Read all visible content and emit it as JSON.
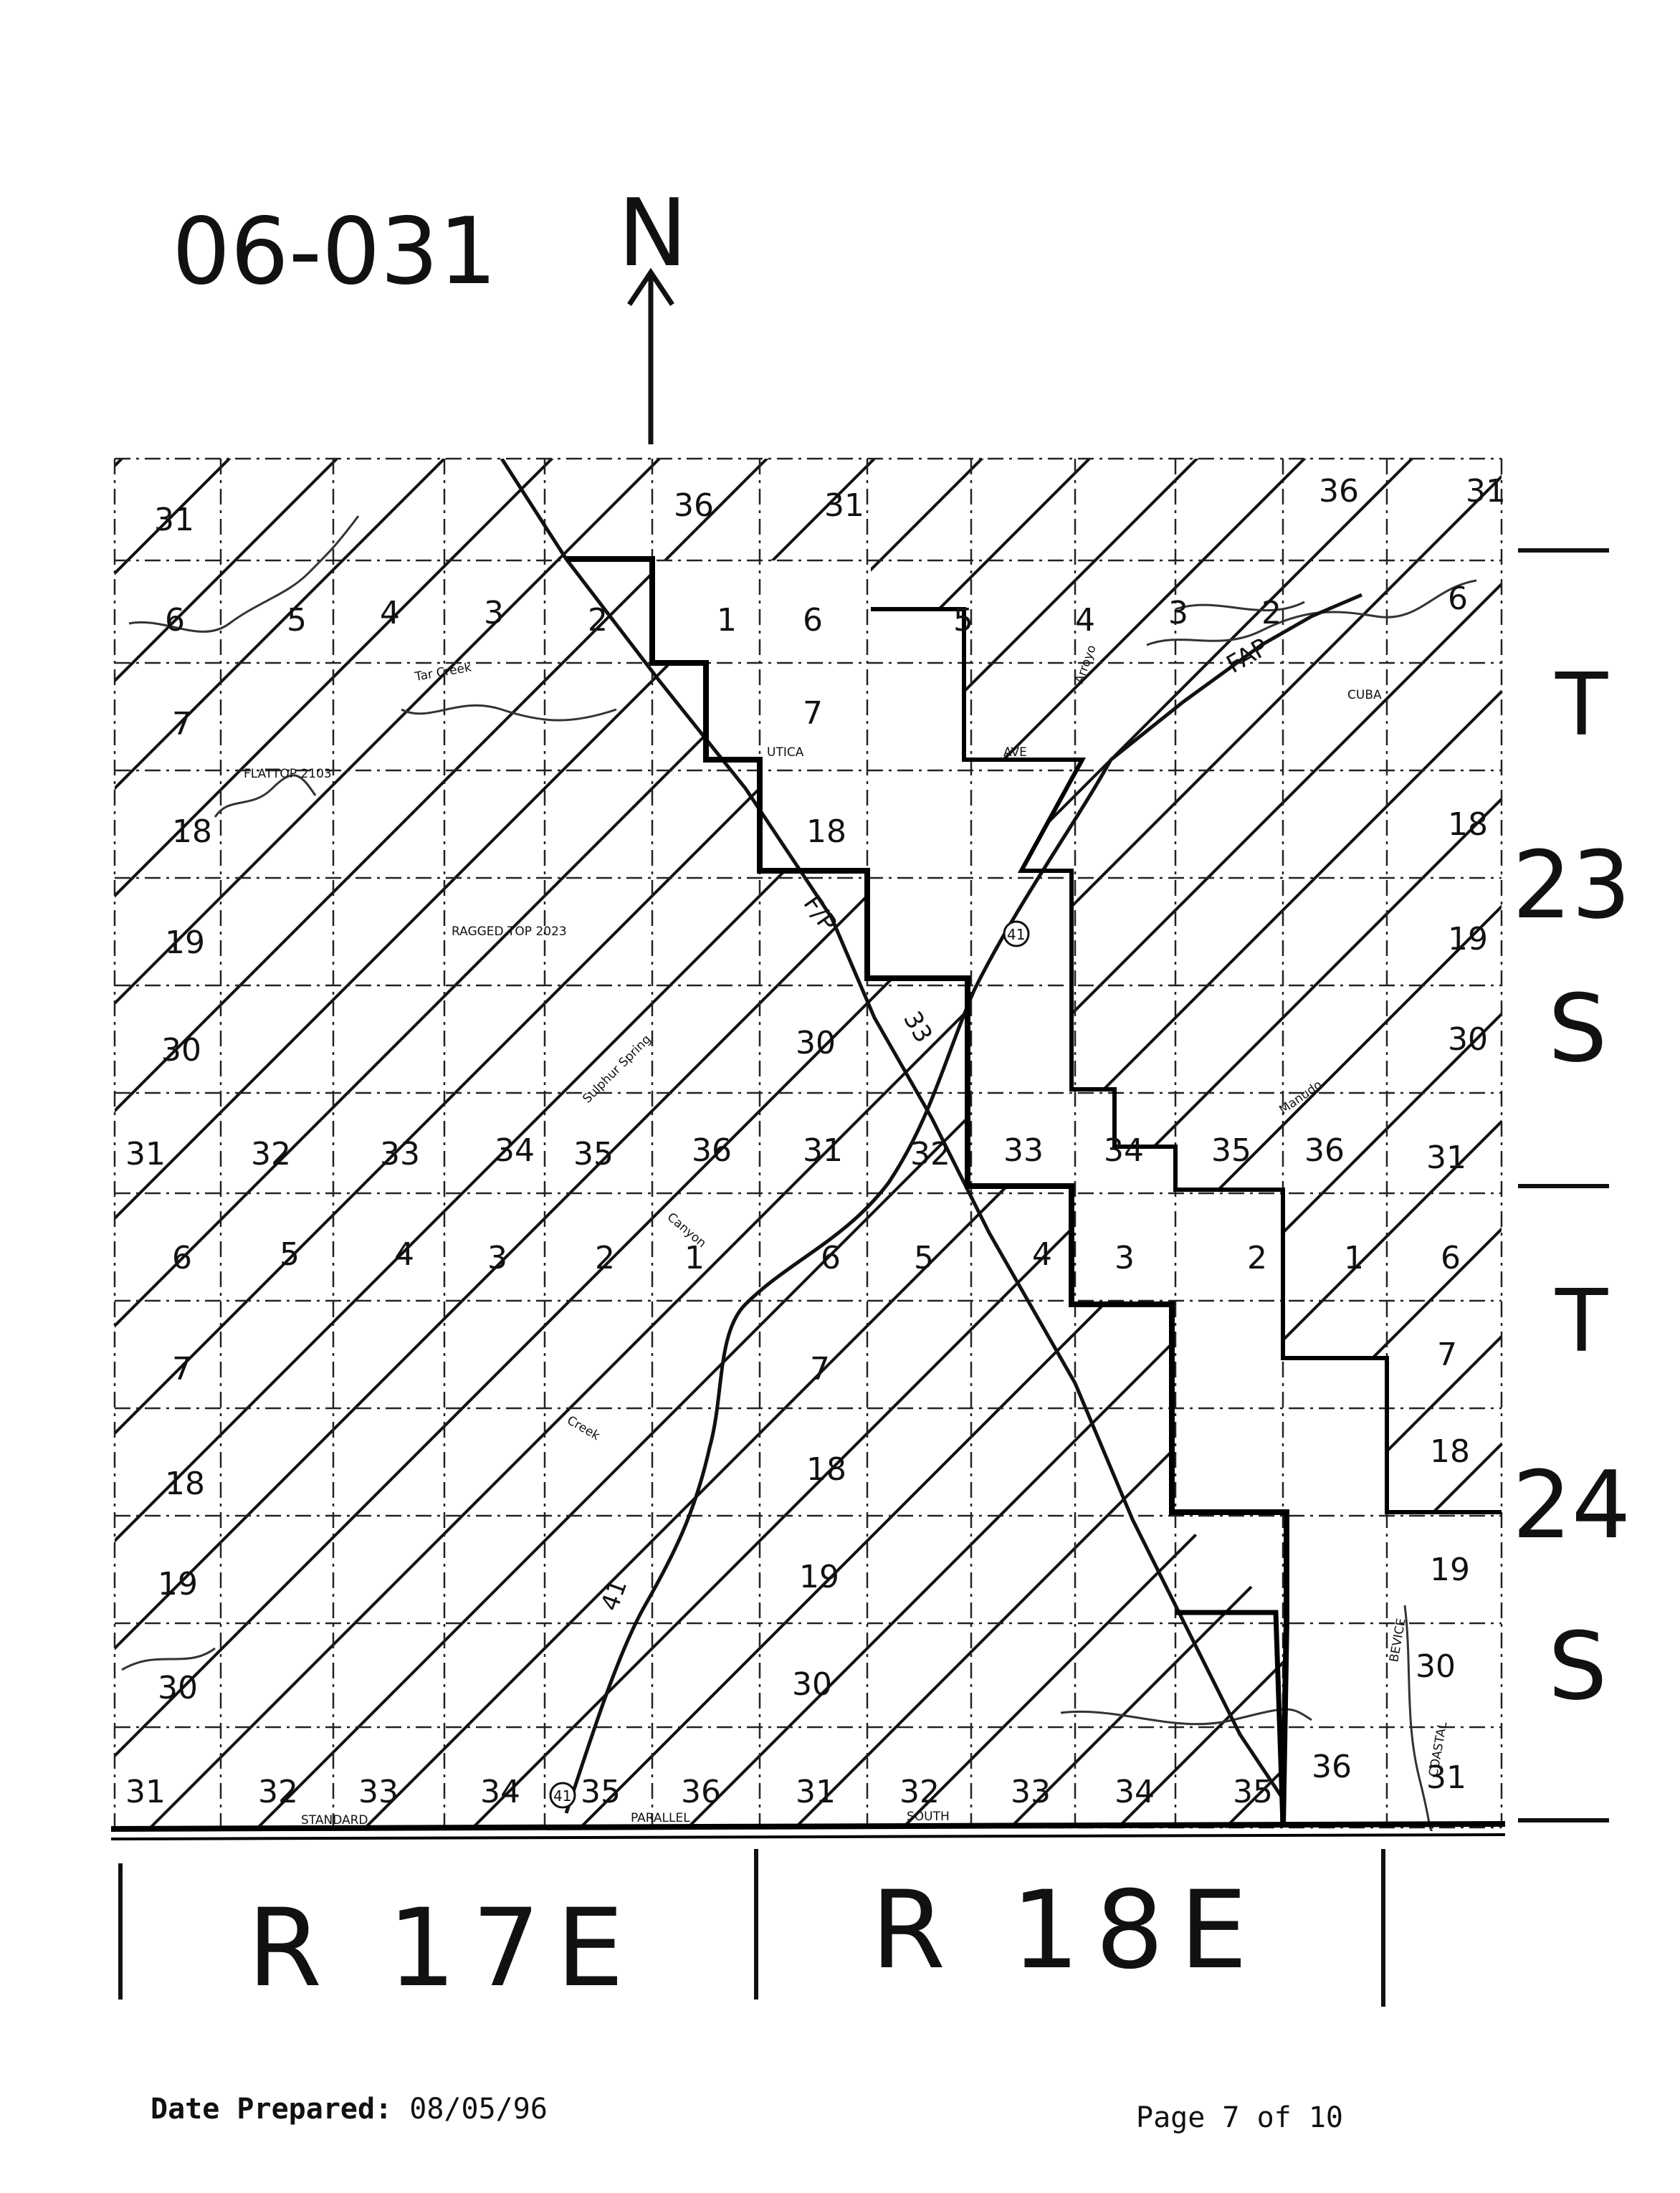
{
  "map": {
    "id": "06-031",
    "north": "N",
    "townships": [
      {
        "t": "T",
        "num": "23",
        "dir": "S"
      },
      {
        "t": "T",
        "num": "24",
        "dir": "S"
      }
    ],
    "ranges": [
      "R 17E",
      "R 18E"
    ],
    "section_numbers": {
      "row1": [
        "31",
        "36",
        "31",
        "36",
        "31"
      ],
      "row2": [
        "6",
        "5",
        "4",
        "3",
        "2",
        "1",
        "6",
        "5",
        "4",
        "3",
        "2",
        "6"
      ],
      "row3": [
        "7",
        "7"
      ],
      "row4": [
        "18",
        "18",
        "18"
      ],
      "row5": [
        "19",
        "19"
      ],
      "row6": [
        "30",
        "30",
        "30"
      ],
      "row7": [
        "31",
        "32",
        "33",
        "34",
        "35",
        "36",
        "31",
        "32",
        "33",
        "34",
        "35",
        "36",
        "31"
      ],
      "row8": [
        "6",
        "5",
        "4",
        "3",
        "2",
        "1",
        "6",
        "5",
        "4",
        "3",
        "2",
        "1",
        "6"
      ],
      "row9": [
        "7",
        "7",
        "7"
      ],
      "row10": [
        "18",
        "18",
        "18"
      ],
      "row11": [
        "19",
        "19",
        "19"
      ],
      "row12": [
        "30",
        "30",
        "30"
      ],
      "row13": [
        "31",
        "32",
        "33",
        "34",
        "35",
        "36",
        "31",
        "32",
        "33",
        "34",
        "35",
        "36",
        "31"
      ]
    },
    "place_labels": [
      "FLATTOP 2103",
      "RAGGED TOP 2023",
      "UTICA",
      "AVE",
      "CUBA",
      "STANDARD",
      "PARALLEL",
      "SOUTH",
      "FAP",
      "F/P",
      "41",
      "33",
      "Tar Creek",
      "Sulphur Spring",
      "Canyon",
      "Creek",
      "Arroyo",
      "Manudo",
      "BEVICE",
      "COASTAL"
    ],
    "route_shield": "41"
  },
  "footer": {
    "date_label": "Date Prepared:",
    "date_value": "08/05/96",
    "page": "Page 7 of 10"
  }
}
